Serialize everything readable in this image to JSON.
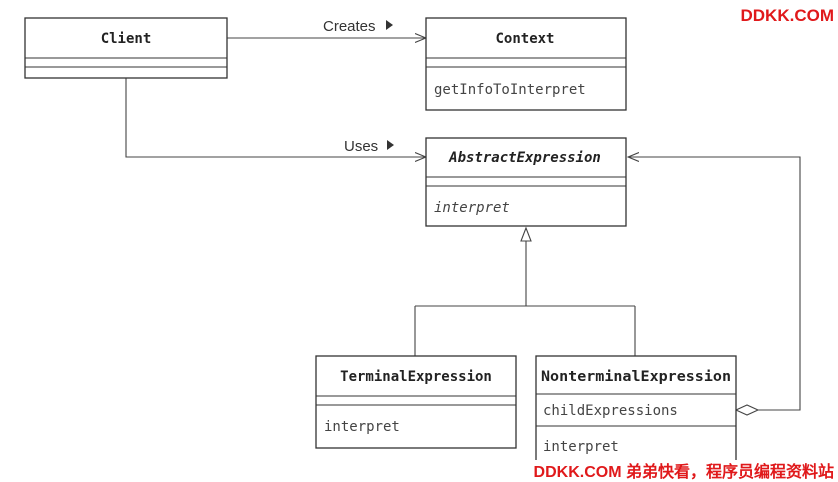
{
  "classes": {
    "client": {
      "name": "Client"
    },
    "context": {
      "name": "Context",
      "operation": "getInfoToInterpret"
    },
    "abstract_expression": {
      "name": "AbstractExpression",
      "operation": "interpret"
    },
    "terminal_expression": {
      "name": "TerminalExpression",
      "operation": "interpret"
    },
    "nonterminal_expression": {
      "name": "NonterminalExpression",
      "attribute": "childExpressions",
      "operation": "interpret"
    }
  },
  "relations": {
    "creates_label": "Creates",
    "uses_label": "Uses"
  },
  "watermark": {
    "top": "DDKK.COM",
    "bottom": "DDKK.COM 弟弟快看，程序员编程资料站"
  },
  "colors": {
    "watermark": "#e0191b",
    "line": "#333333"
  }
}
